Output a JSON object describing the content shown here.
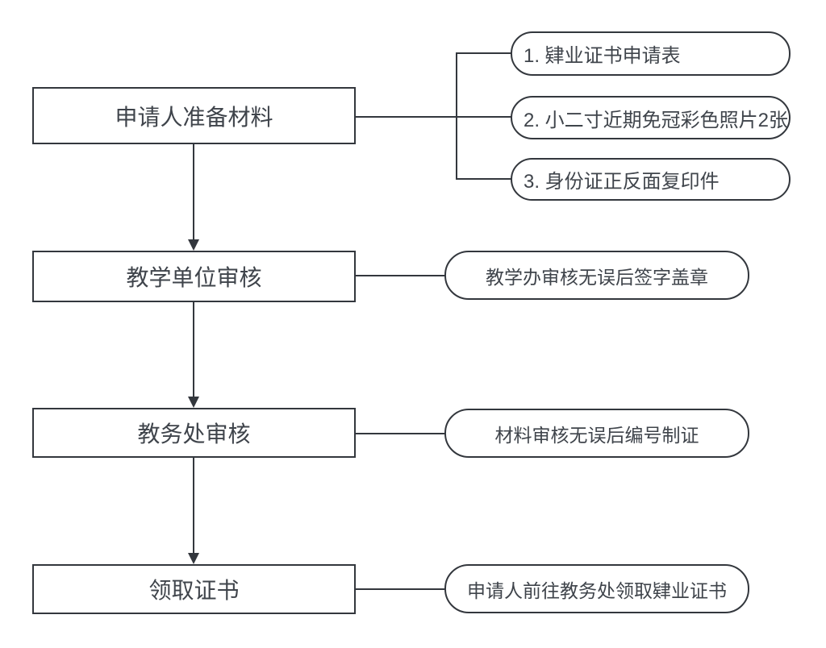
{
  "colors": {
    "stroke": "#33373d",
    "text": "#3f444b",
    "canvas-bg": "#ffffff"
  },
  "flow": {
    "steps": [
      {
        "label": "申请人准备材料"
      },
      {
        "label": "教学单位审核"
      },
      {
        "label": "教务处审核"
      },
      {
        "label": "领取证书"
      }
    ],
    "materials": [
      {
        "label": "1. 肄业证书申请表"
      },
      {
        "label": "2. 小二寸近期免冠彩色照片2张"
      },
      {
        "label": "3. 身份证正反面复印件"
      }
    ],
    "notes": [
      {
        "label": "教学办审核无误后签字盖章"
      },
      {
        "label": "材料审核无误后编号制证"
      },
      {
        "label": "申请人前往教务处领取肄业证书"
      }
    ]
  }
}
